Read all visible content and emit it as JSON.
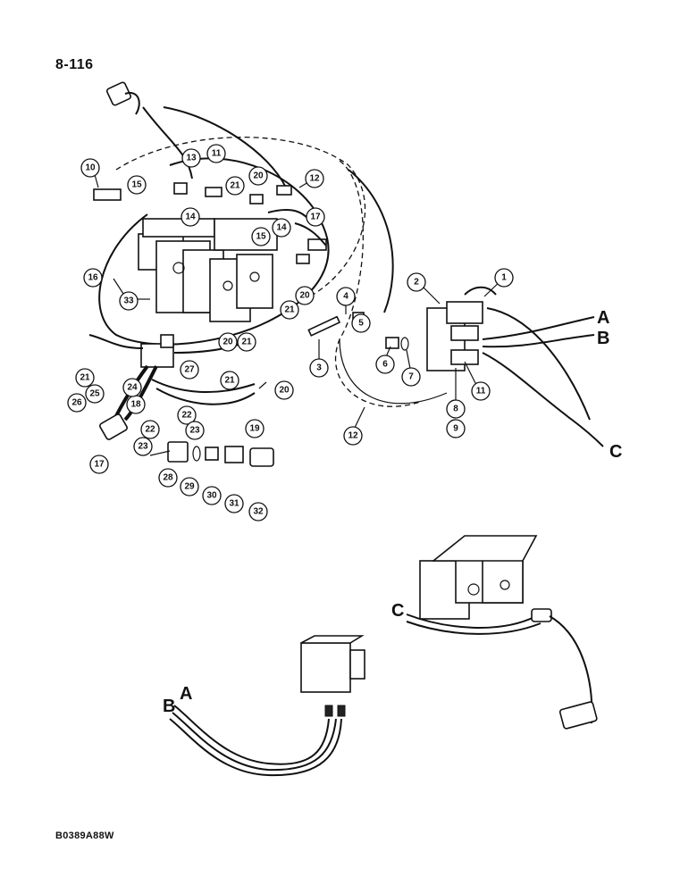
{
  "page_number": "8-116",
  "figure_code": "B0389A88W",
  "connection_letters": {
    "A": "A",
    "B": "B",
    "C": "C"
  },
  "callouts": [
    "1",
    "2",
    "3",
    "4",
    "5",
    "6",
    "7",
    "8",
    "9",
    "10",
    "11",
    "11",
    "12",
    "12",
    "13",
    "14",
    "14",
    "15",
    "15",
    "16",
    "17",
    "17",
    "18",
    "19",
    "20",
    "20",
    "20",
    "20",
    "21",
    "21",
    "21",
    "21",
    "21",
    "22",
    "22",
    "23",
    "23",
    "24",
    "25",
    "26",
    "27",
    "28",
    "29",
    "30",
    "31",
    "32",
    "33"
  ]
}
